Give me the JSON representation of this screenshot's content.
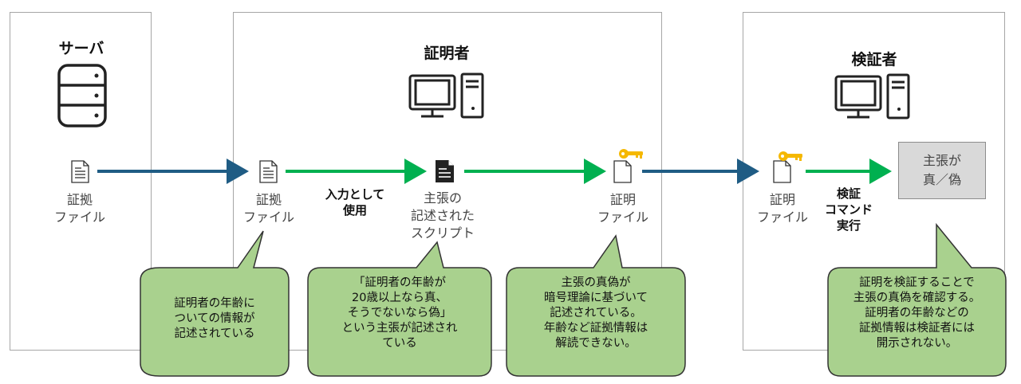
{
  "server": {
    "title": "サーバ",
    "file_label": "証拠\nファイル"
  },
  "prover": {
    "title": "証明者",
    "evidence_label": "証拠\nファイル",
    "use_label": "入力として\n使用",
    "script_label": "主張の\n記述された\nスクリプト",
    "proof_label": "証明\nファイル"
  },
  "verifier": {
    "title": "検証者",
    "proof_label": "証明\nファイル",
    "command_label": "検証\nコマンド\n実行",
    "result_label": "主張が\n真／偽"
  },
  "callouts": [
    "証明者の年齢に\nついての情報が\n記述されている",
    "「証明者の年齢が\n20歳以上なら真、\nそうでないなら偽」\nという主張が記述され\nている",
    "主張の真偽が\n暗号理論に基づいて\n記述されている。\n年齢など証拠情報は\n解読できない。",
    "証明を検証することで\n主張の真偽を確認する。\n証明者の年齢などの\n証拠情報は検証者には\n開示されない。"
  ],
  "colors": {
    "blue_arrow": "#1f5c84",
    "green_arrow": "#00b050",
    "bubble_fill": "#a9d18e",
    "bubble_stroke": "#333333",
    "key": "#f5b800",
    "border": "#a6a6a6"
  }
}
